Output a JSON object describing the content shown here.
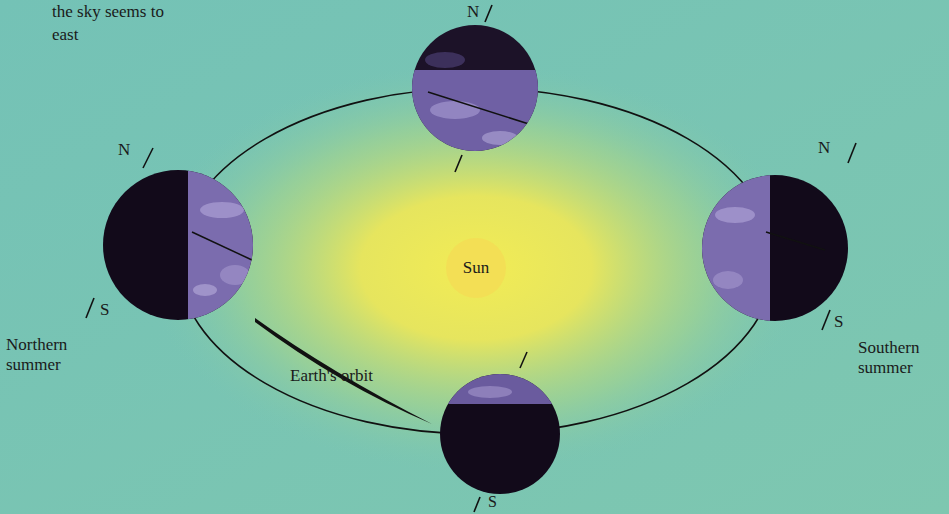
{
  "diagram": {
    "labels": [
      "the sky seems to",
      "east",
      "N",
      "N",
      "N",
      "Sun",
      "Northern summer",
      "S",
      "Earth's orbit",
      "S",
      "Southern summer",
      "S"
    ]
  }
}
